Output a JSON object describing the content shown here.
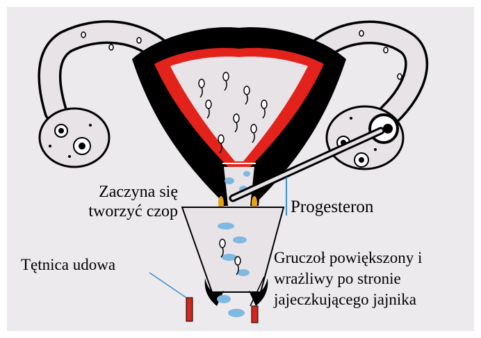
{
  "labels": {
    "czop_line1": "Zaczyna się",
    "czop_line2": "tworzyć czop",
    "progesteron": "Progesteron",
    "tetnica": "Tętnica udowa",
    "gruczol_line1": "Gruczoł powiększony i",
    "gruczol_line2": "wrażliwy po stronie",
    "gruczol_line3": "jajeczkującego jajnika"
  },
  "colors": {
    "background": "#eceaed",
    "uterine_wall": "#000000",
    "endometrium": "#e3231b",
    "tube": "#e7e3e7",
    "mucus": "#7fb8e0",
    "progesterone_line": "#3a8fd0",
    "artery": "#d0281e",
    "cervix_secretion": "#e6a317"
  }
}
